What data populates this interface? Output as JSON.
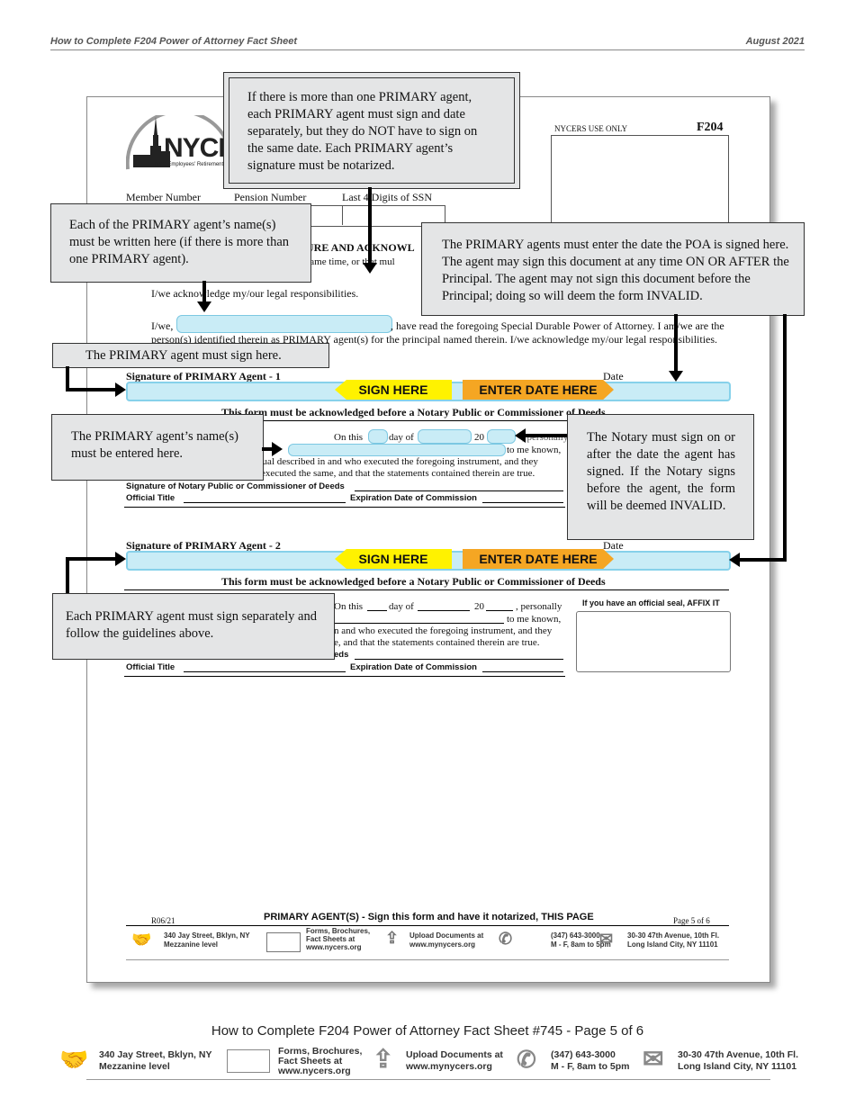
{
  "header": {
    "left": "How to Complete F204 Power of Attorney Fact Sheet",
    "right": "August 2021"
  },
  "form": {
    "logo_text": "NYCER",
    "logo_sub": "NYC Employees' Retirement S",
    "use_only": "NYCERS USE ONLY",
    "form_id": "F204",
    "member_number": "Member Number",
    "pension_number": "Pension Number",
    "ssn": "Last 4 Digits of SSN",
    "section_title_frag": "URE AND ACKNOWL",
    "section_sub_frag": "same time, or that mul",
    "ack_line": "I/we acknowledge my/our legal responsibilities.",
    "iwe": "I/we,",
    "iwe_rest": ", have read the foregoing Special Durable Power of Attorney. I am/we are the",
    "iwe_line2": "person(s) identified therein as PRIMARY agent(s) for the principal named therein. I/we acknowledge my/our legal responsibilities.",
    "sig1_label": "Signature of PRIMARY Agent - 1",
    "sig2_label": "Signature of PRIMARY Agent - 2",
    "date_label": "Date",
    "sign_here": "SIGN HERE",
    "enter_date": "ENTER DATE HERE",
    "notary_title": "This form must be acknowledged before a Notary Public or Commissioner of Deeds",
    "on_this": "On this",
    "day_of": "day of",
    "twenty": "20",
    "personally": ", personally",
    "to_me_known": "to me known,",
    "notary_text1": "idual described in and who executed the foregoing instrument, and they",
    "notary_text2": "executed the same, and that the statements contained therein are true.",
    "notary_text1b": "n and who executed the foregoing instrument, and they",
    "notary_text2b": "e, and that the statements contained therein are true.",
    "sig_notary": "Signature of Notary Public or Commissioner of Deeds",
    "deeds_frag": "eds",
    "official_title": "Official Title",
    "expiration": "Expiration Date of Commission",
    "seal": "If you have an official seal, AFFIX IT",
    "rev": "R06/21",
    "footer_title": "PRIMARY AGENT(S) - Sign this form and have it notarized, THIS PAGE",
    "page": "Page 5 of 6",
    "contacts": [
      {
        "icon": "handshake-icon",
        "line1": "340 Jay Street, Bklyn, NY",
        "line2": "Mezzanine level",
        "line3": ""
      },
      {
        "icon": "devices-icon",
        "line1": "Forms, Brochures,",
        "line2": "Fact Sheets at",
        "line3": "www.nycers.org"
      },
      {
        "icon": "upload-icon",
        "line1": "Upload Documents at",
        "line2": "www.mynycers.org",
        "line3": ""
      },
      {
        "icon": "phone-icon",
        "line1": "(347) 643-3000",
        "line2": "M - F, 8am to 5pm",
        "line3": ""
      },
      {
        "icon": "mail-icon",
        "line1": "30-30 47th Avenue, 10th Fl.",
        "line2": "Long Island City, NY 11101",
        "line3": ""
      }
    ]
  },
  "callouts": {
    "c1": "If there is more than one PRIMARY agent, each PRIMARY agent must sign and date separately, but they do NOT have to sign on the same date. Each PRIMARY agent’s signature must be notarized.",
    "c2": "Each of the PRIMARY agent’s name(s) must be written here (if there is more than one PRIMARY agent).",
    "c3": "The PRIMARY agents must enter the date the POA is signed here. The agent may sign this document at any time ON OR AFTER the Principal. The agent may not sign this document before the Principal; doing so will deem the form INVALID.",
    "c4": "The PRIMARY agent must sign here.",
    "c5": "The PRIMARY agent’s name(s) must be entered here.",
    "c6": "The Notary must sign on or after the date the agent has signed. If the Notary signs before the agent, the form will be deemed INVALID.",
    "c7": "Each PRIMARY agent must sign separately and follow the guidelines above."
  },
  "page_footer": {
    "title": "How to Complete F204 Power of Attorney Fact Sheet #745 - Page 5 of 6"
  }
}
